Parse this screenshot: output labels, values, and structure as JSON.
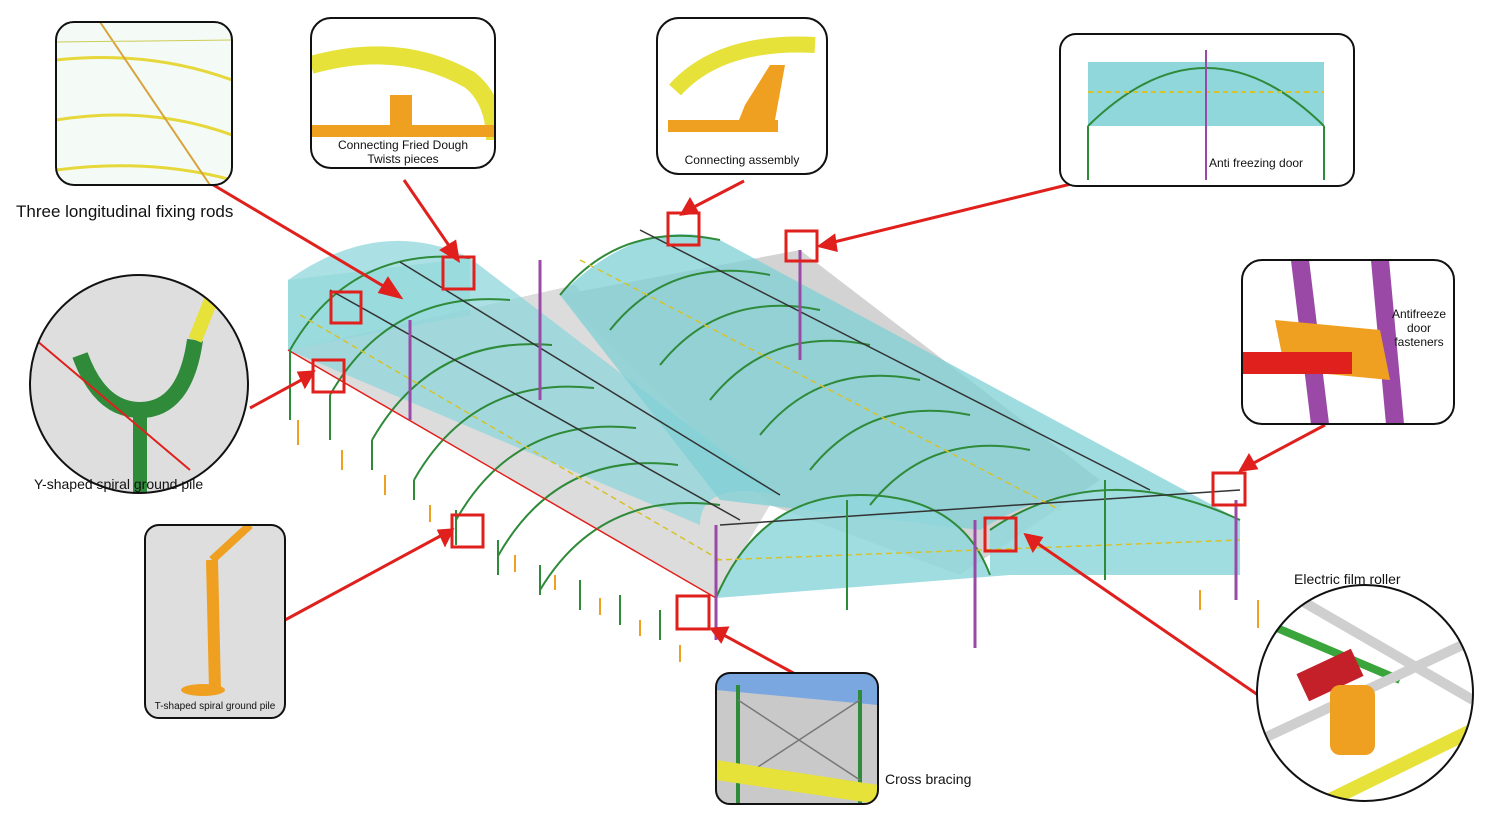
{
  "callouts": {
    "three_rods": "Three longitudinal fixing rods",
    "twists_line1": "Connecting Fried Dough",
    "twists_line2": "Twists pieces",
    "assembly": "Connecting assembly",
    "anti_door": "Anti freezing door",
    "fasteners_line1": "Antifreeze",
    "fasteners_line2": "door",
    "fasteners_line3": "fasteners",
    "y_pile": "Y-shaped spiral ground pile",
    "t_pile": "T-shaped spiral ground pile",
    "film_roller": "Electric film roller",
    "cross_bracing": "Cross bracing"
  },
  "colors": {
    "callout_red": "#e0201c",
    "film_cyan": "#7fd3d8",
    "arch_green": "#2f8a3a",
    "rod_yellow": "#e6e23a",
    "post_orange": "#f0a020",
    "post_purple": "#9a4aa6",
    "ground_grey": "#d9d9d9"
  }
}
